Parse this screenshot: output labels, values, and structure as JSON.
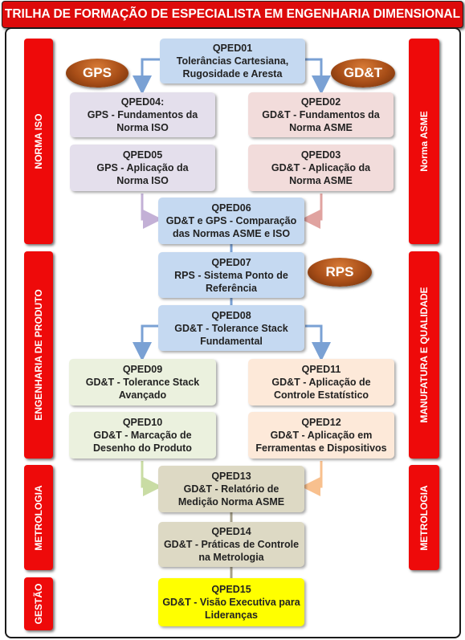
{
  "title": "TRILHA DE FORMAÇÃO DE ESPECIALISTA EM ENGENHARIA DIMENSIONAL",
  "left_bars": {
    "norma_iso": "NORMA ISO",
    "engenharia": "ENGENHARIA DE PRODUTO",
    "metrologia": "METROLOGIA",
    "gestao": "GESTÃO"
  },
  "right_bars": {
    "norma_asme": "Norma ASME",
    "manufatura": "MANUFATURA E QUALIDADE",
    "metrologia": "METROLOGIA"
  },
  "badges": {
    "gps": "GPS",
    "gdt": "GD&T",
    "rps": "RPS"
  },
  "courses": {
    "qped01": {
      "code": "QPED01",
      "line1": "Tolerâncias Cartesiana,",
      "line2": "Rugosidade e Aresta"
    },
    "qped04": {
      "code": "QPED04:",
      "line1": "GPS - Fundamentos da",
      "line2": "Norma ISO"
    },
    "qped02": {
      "code": "QPED02",
      "line1": "GD&T - Fundamentos da",
      "line2": "Norma ASME"
    },
    "qped05": {
      "code": "QPED05",
      "line1": "GPS - Aplicação da",
      "line2": "Norma ISO"
    },
    "qped03": {
      "code": "QPED03",
      "line1": "GD&T - Aplicação da",
      "line2": "Norma ASME"
    },
    "qped06": {
      "code": "QPED06",
      "line1": "GD&T e GPS - Comparação",
      "line2": "das Normas ASME e ISO"
    },
    "qped07": {
      "code": "QPED07",
      "line1": "RPS - Sistema Ponto de",
      "line2": "Referência"
    },
    "qped08": {
      "code": "QPED08",
      "line1": "GD&T - Tolerance Stack",
      "line2": "Fundamental"
    },
    "qped09": {
      "code": "QPED09",
      "line1": "GD&T - Tolerance Stack",
      "line2": "Avançado"
    },
    "qped11": {
      "code": "QPED11",
      "line1": "GD&T - Aplicação de",
      "line2": "Controle Estatístico"
    },
    "qped10": {
      "code": "QPED10",
      "line1": "GD&T - Marcação de",
      "line2": "Desenho do Produto"
    },
    "qped12": {
      "code": "QPED12",
      "line1": "GD&T - Aplicação em",
      "line2": "Ferramentas e Dispositivos"
    },
    "qped13": {
      "code": "QPED13",
      "line1": "GD&T - Relatório de",
      "line2": "Medição Norma ASME"
    },
    "qped14": {
      "code": "QPED14",
      "line1": "GD&T - Práticas de Controle",
      "line2": "na Metrologia"
    },
    "qped15": {
      "code": "QPED15",
      "line1": "GD&T - Visão Executiva para",
      "line2": "Lideranças"
    }
  },
  "colors": {
    "header_red": "#dd0b0b",
    "bar_red": "#ee0a0a",
    "badge_brown": "#a74d17",
    "blue_box": "#c5d9f1",
    "purple_box": "#e4dfec",
    "pink_box": "#f2dcdb",
    "green_box": "#ebf1de",
    "peach_box": "#fde9d9",
    "tan_box": "#ddd9c4",
    "yellow_box": "#ffff00"
  }
}
